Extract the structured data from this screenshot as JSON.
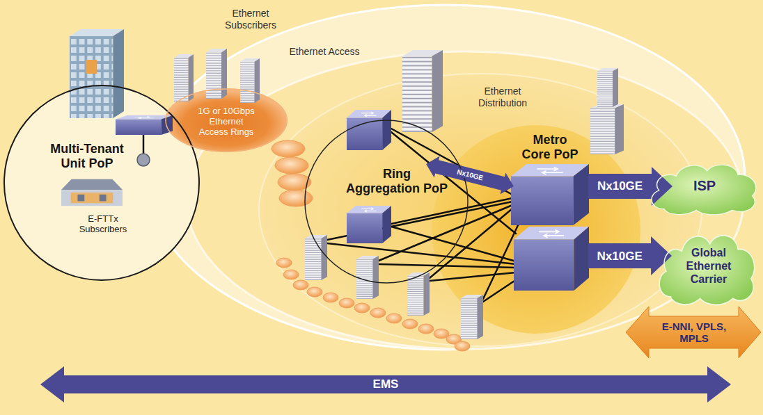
{
  "diagram": {
    "nodes": [
      {
        "text": [
          "Multi-Tenant Unit PoP"
        ]
      },
      {
        "text": [
          "1G or 10Gbps Ethernet Access Rings"
        ]
      },
      {
        "text": [
          "Ring Aggregation PoP"
        ]
      },
      {
        "text": [
          "Metro Core PoP"
        ]
      },
      {
        "text": [
          "ISP"
        ]
      },
      {
        "text": [
          "Global Ethernet Carrier"
        ]
      }
    ],
    "edges": [
      {
        "from": 2,
        "to": 3,
        "arrow": "both",
        "label": "Nx10GE"
      },
      {
        "from": 3,
        "to": 4,
        "arrow": "to",
        "label": "Nx10GE"
      },
      {
        "from": 3,
        "to": 5,
        "arrow": "to",
        "label": "Nx10GE"
      }
    ],
    "labels": [
      "Ethernet Subscribers",
      "Ethernet Access",
      "Ethernet Distribution",
      "E-FTTx Subscribers",
      "E-NNI, VPLS, MPLS",
      "EMS"
    ]
  }
}
